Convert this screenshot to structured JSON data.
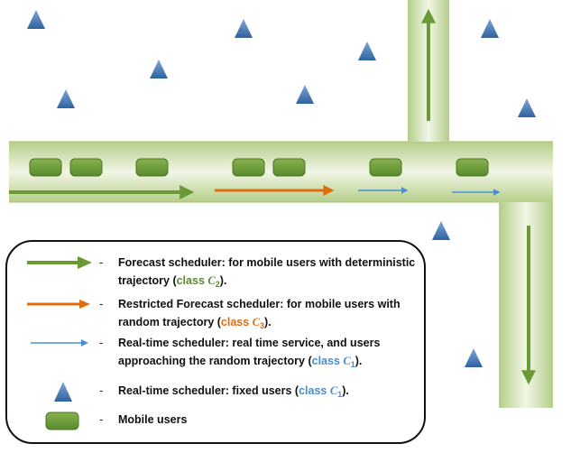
{
  "colors": {
    "road_dark": "#b5ce88",
    "road_light": "#f1f6e6",
    "car": "#6d9a38",
    "car_border": "#4a7423",
    "tower": "#3f78b8",
    "arrow_green": "#6a9a36",
    "arrow_orange": "#e36c0a",
    "arrow_blue": "#4a90d9"
  },
  "legend": {
    "items": [
      {
        "symbol": "green-arrow-icon",
        "dash": "-",
        "lines": [
          "Forecast scheduler: for mobile users with deterministic",
          "trajectory ("
        ],
        "class_word": "class ",
        "class_var": "C",
        "class_sub": "2",
        "tail": ")."
      },
      {
        "symbol": "orange-arrow-icon",
        "dash": "-",
        "lines": [
          "Restricted Forecast scheduler: for mobile users with",
          "random trajectory ("
        ],
        "class_word": "class ",
        "class_var": "C",
        "class_sub": "3",
        "tail": ")."
      },
      {
        "symbol": "blue-arrow-icon",
        "dash": "-",
        "lines": [
          "Real-time scheduler:  real time service, and users",
          "approaching the random trajectory ("
        ],
        "class_word": "class ",
        "class_var": "C",
        "class_sub": "1",
        "tail": ")."
      },
      {
        "symbol": "triangle-icon",
        "dash": "-",
        "lines": [
          "Real-time scheduler: fixed users ("
        ],
        "class_word": "class ",
        "class_var": "C",
        "class_sub": "1",
        "tail": ")."
      },
      {
        "symbol": "car-icon",
        "dash": "-",
        "lines": [
          "Mobile users"
        ]
      }
    ]
  }
}
